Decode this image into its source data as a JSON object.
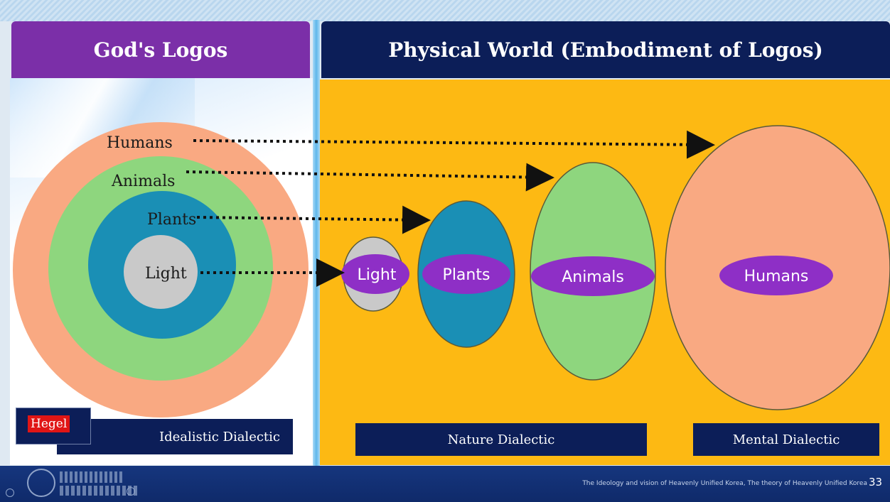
{
  "header": {
    "left_title": "God's Logos",
    "right_title": "Physical World (Embodiment of Logos)"
  },
  "logos_rings": {
    "humans": "Humans",
    "animals": "Animals",
    "plants": "Plants",
    "light": "Light"
  },
  "physical_world": {
    "light": "Light",
    "plants": "Plants",
    "animals": "Animals",
    "humans": "Humans"
  },
  "labels": {
    "hegel": "Hegel",
    "idealistic": "Idealistic Dialectic",
    "nature": "Nature Dialectic",
    "mental": "Mental Dialectic"
  },
  "footer": {
    "caption": "The Ideology and vision of Heavenly Unified Korea, The theory of Heavenly Unified Korea",
    "page_number": "33"
  },
  "colors": {
    "purple": "#7b2fa8",
    "navy": "#0c1e58",
    "orange_bg": "#fdb913",
    "salmon": "#f9a982",
    "green": "#8ed67e",
    "blue": "#1a8fb5",
    "gray": "#c9c9c9"
  }
}
